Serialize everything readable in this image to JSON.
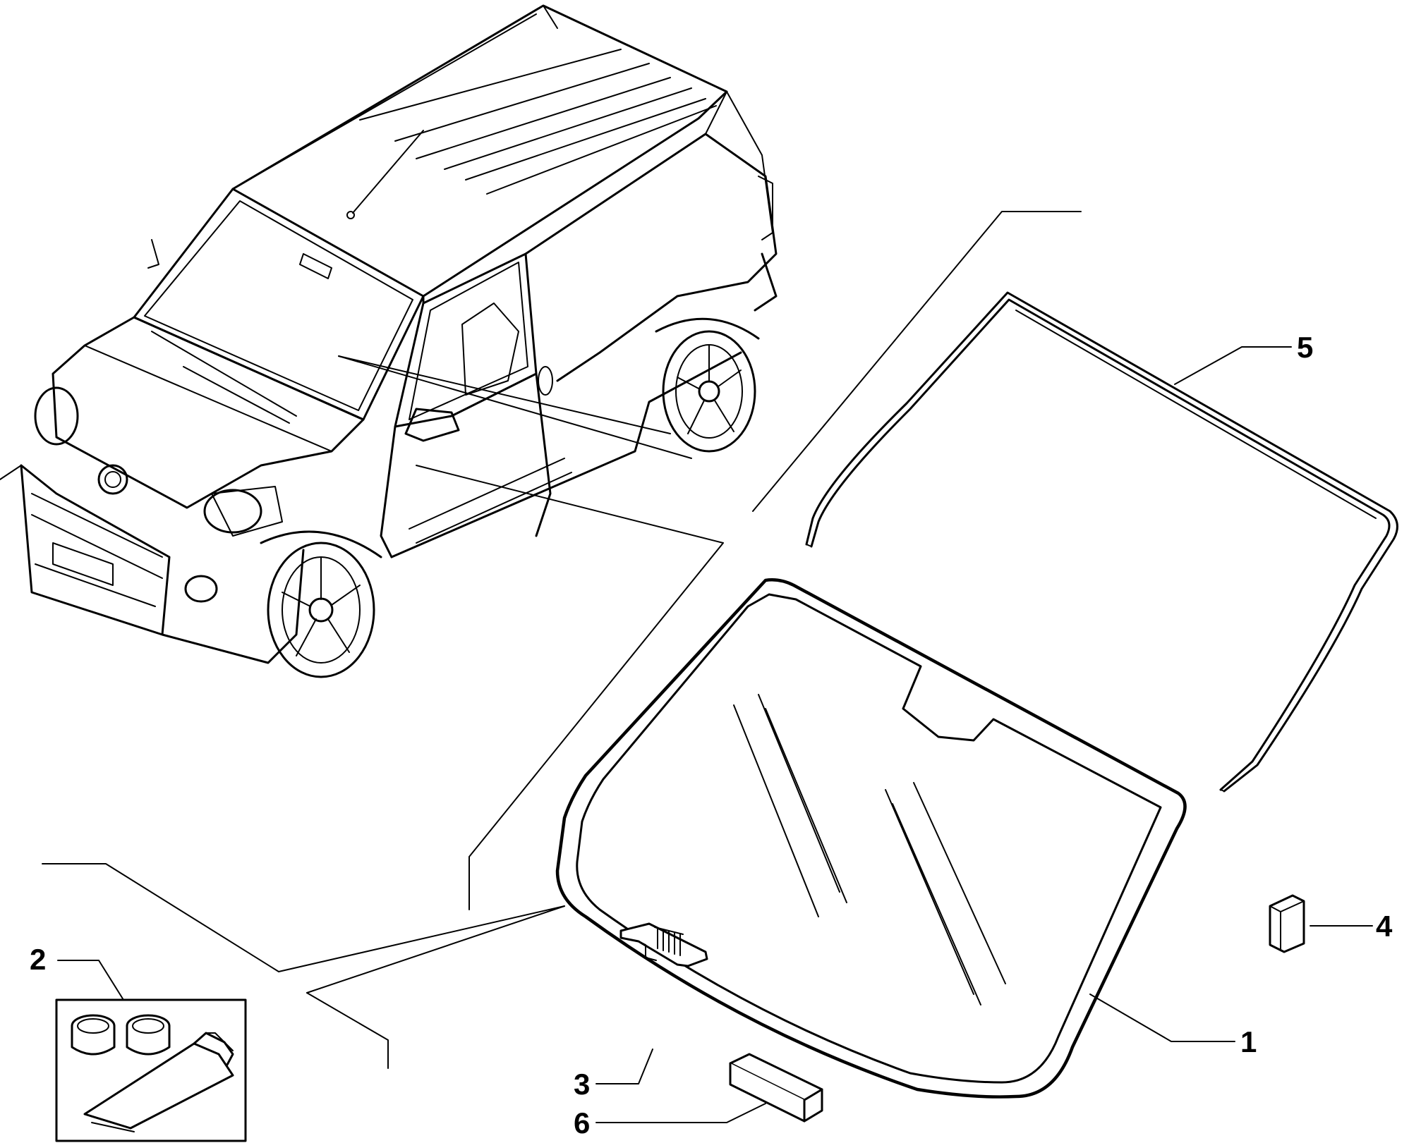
{
  "callouts": [
    {
      "id": "windshield",
      "number": "1"
    },
    {
      "id": "adhesive-kit",
      "number": "2"
    },
    {
      "id": "mirror-bracket",
      "number": "3"
    },
    {
      "id": "clip",
      "number": "4"
    },
    {
      "id": "seal",
      "number": "5"
    },
    {
      "id": "spacer-block",
      "number": "6"
    }
  ]
}
